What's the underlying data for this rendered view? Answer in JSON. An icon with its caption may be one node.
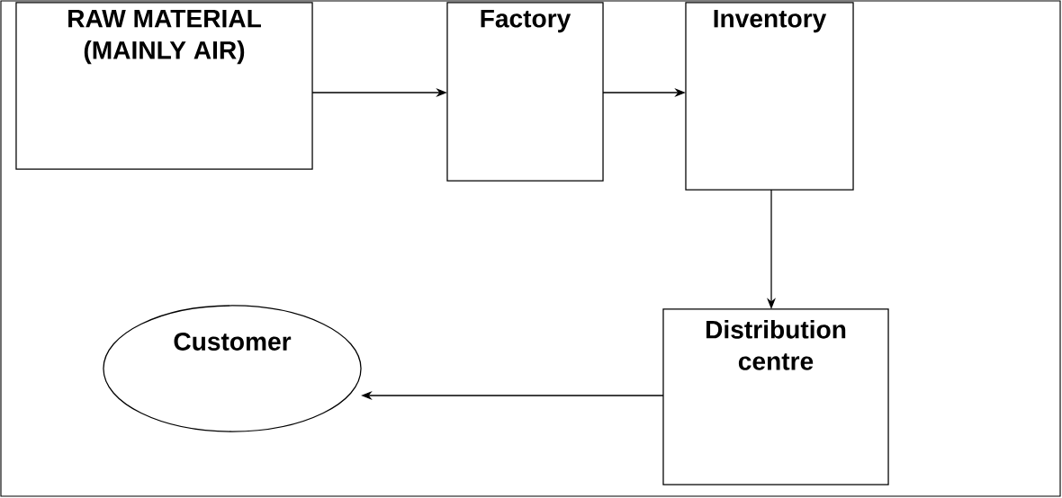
{
  "diagram": {
    "nodes": [
      {
        "text": [
          "RAW MATERIAL (MAINLY AIR)"
        ]
      },
      {
        "text": [
          "Factory"
        ]
      },
      {
        "text": [
          "Inventory"
        ]
      },
      {
        "text": [
          "Distribution centre"
        ]
      },
      {
        "text": [
          "Customer"
        ]
      }
    ],
    "edges": [
      {
        "from": 0,
        "to": 1,
        "arrow": "to"
      },
      {
        "from": 1,
        "to": 2,
        "arrow": "to"
      },
      {
        "from": 2,
        "to": 3,
        "arrow": "to"
      },
      {
        "from": 3,
        "to": 4,
        "arrow": "to"
      }
    ]
  }
}
